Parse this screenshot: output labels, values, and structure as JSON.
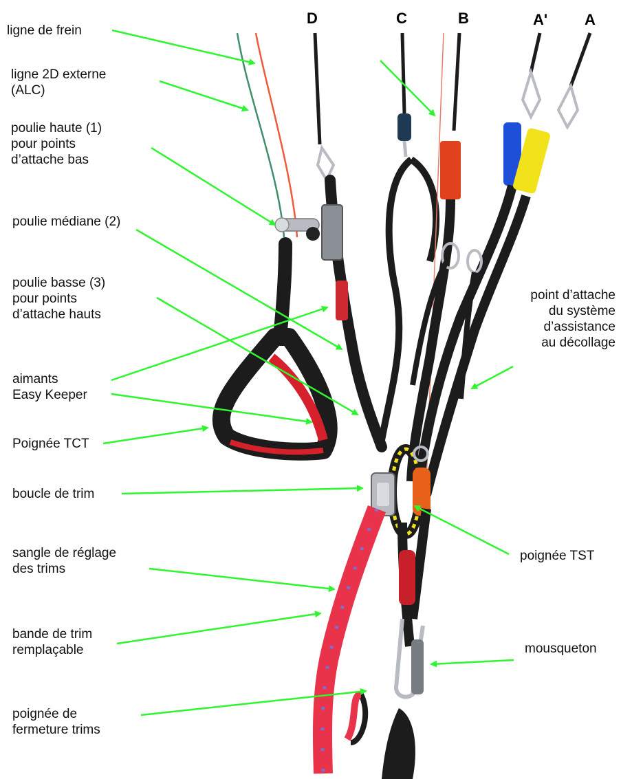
{
  "risers": [
    "D",
    "C",
    "B",
    "A'",
    "A"
  ],
  "labels": {
    "ligne_de_frein": "ligne de frein",
    "ligne_2d": [
      "ligne 2D externe",
      "(ALC)"
    ],
    "poulie_haute": [
      "poulie haute (1)",
      "pour points",
      "d’attache bas"
    ],
    "poulie_mediane": "poulie médiane (2)",
    "poulie_basse": [
      "poulie basse (3)",
      "pour points",
      "d’attache hauts"
    ],
    "aimants": [
      "aimants",
      "Easy Keeper"
    ],
    "poignee_tct": "Poignée TCT",
    "boucle_trim": "boucle de trim",
    "sangle_reglage": [
      "sangle de réglage",
      "des trims"
    ],
    "bande_trim": [
      "bande de trim",
      "remplaçable"
    ],
    "poignee_fermeture": [
      "poignée de",
      "fermeture trims"
    ],
    "point_attache": [
      "point d’attache",
      "du système",
      "d’assistance",
      "au décollage"
    ],
    "poignee_tst": "poignée TST",
    "mousqueton": "mousqueton"
  },
  "colors": {
    "arrow": "#2ef52e",
    "strap": "#1c1c1c",
    "brake_line": "#ef5a3c",
    "alc_line": "#3f8f6a",
    "riser_a_sleeve": "#f2e21c",
    "riser_a_prime_sleeve": "#1d4fd8",
    "riser_b_sleeve": "#e0421e",
    "trim_strap": "#e8334a",
    "handle_red": "#d6202c",
    "tst_orange": "#e8611a",
    "metal": "#b8bcc2"
  }
}
